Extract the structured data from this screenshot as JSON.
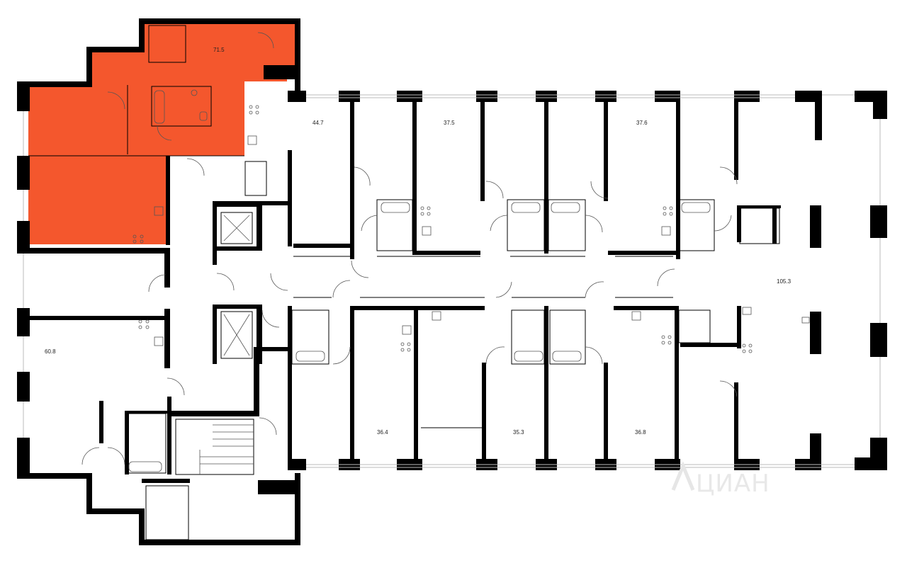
{
  "plan": {
    "highlight_color": "#f4572d",
    "wall_color": "#000000",
    "selected_unit": {
      "area": "71.5",
      "highlighted": true
    },
    "units": [
      {
        "id": "u-71-5",
        "area": "71.5",
        "highlighted": true
      },
      {
        "id": "u-44-7",
        "area": "44.7",
        "highlighted": false
      },
      {
        "id": "u-37-5",
        "area": "37.5",
        "highlighted": false
      },
      {
        "id": "u-37-6",
        "area": "37.6",
        "highlighted": false
      },
      {
        "id": "u-105-3",
        "area": "105.3",
        "highlighted": false
      },
      {
        "id": "u-60-8",
        "area": "60.8",
        "highlighted": false
      },
      {
        "id": "u-36-4",
        "area": "36.4",
        "highlighted": false
      },
      {
        "id": "u-35-3",
        "area": "35.3",
        "highlighted": false
      },
      {
        "id": "u-36-8",
        "area": "36.8",
        "highlighted": false
      }
    ],
    "watermark": "ЦИАН",
    "watermark_icon": "cian-logo-icon"
  }
}
